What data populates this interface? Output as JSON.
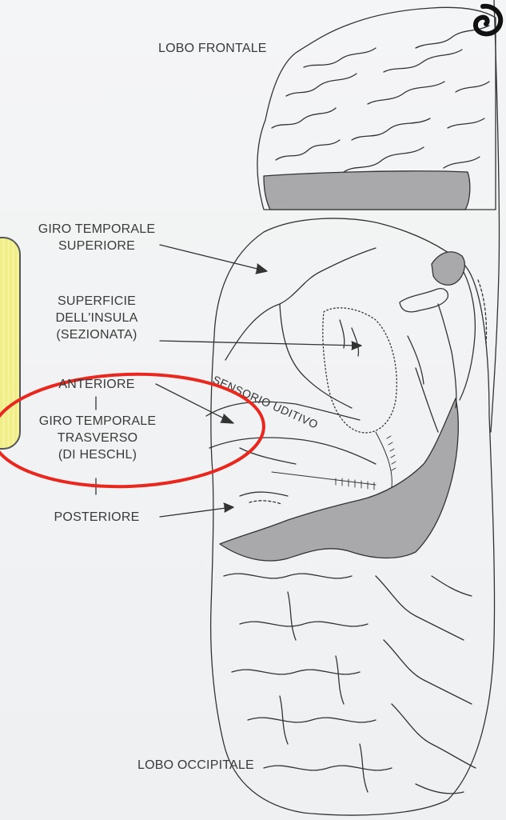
{
  "labels": {
    "frontal_lobe": "LOBO FRONTALE",
    "superior_temporal_line1": "GIRO TEMPORALE",
    "superior_temporal_line2": "SUPERIORE",
    "insula_line1": "SUPERFICIE",
    "insula_line2": "DELL'INSULA",
    "insula_line3": "(SEZIONATA)",
    "anterior": "ANTERIORE",
    "heschl_line1": "GIRO TEMPORALE",
    "heschl_line2": "TRASVERSO",
    "heschl_line3": "(DI HESCHL)",
    "posterior": "POSTERIORE",
    "occipital_lobe": "LOBO OCCIPITALE",
    "auditory_sensory": "SENSORIO UDITIVO"
  },
  "colors": {
    "line": "#333333",
    "shade": "#a9a9ab",
    "highlight_circle": "#e8281e",
    "sticky_note": "#f3f08a",
    "background": "#f2f3f4"
  },
  "icons": [
    "swirl-logo-icon"
  ]
}
